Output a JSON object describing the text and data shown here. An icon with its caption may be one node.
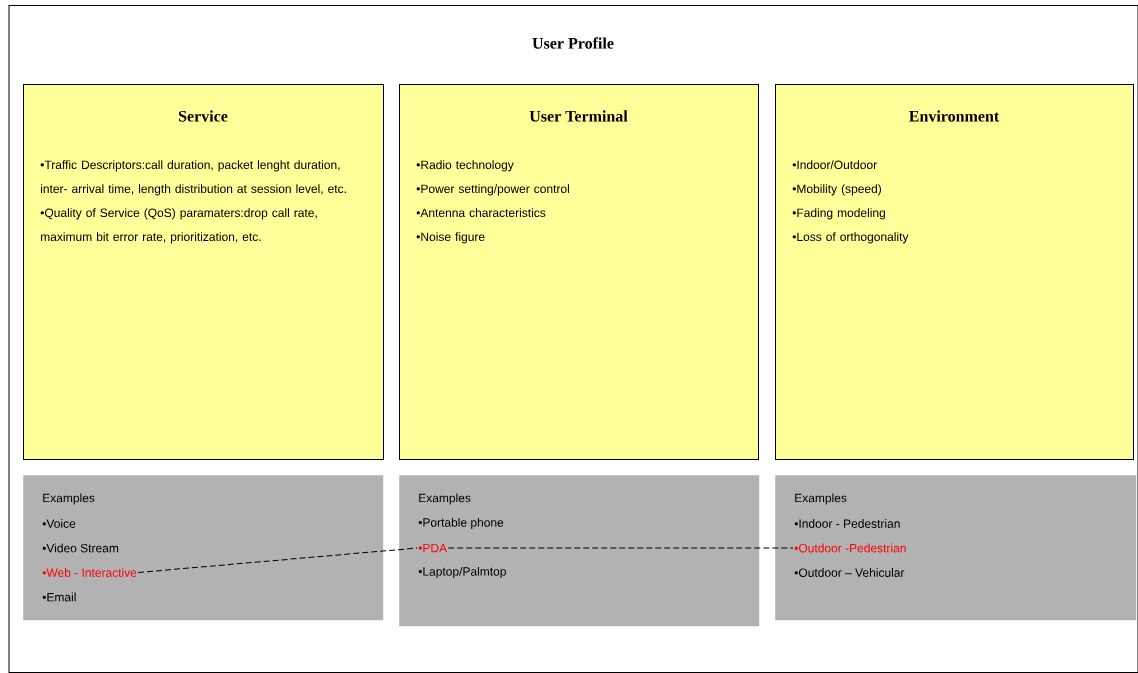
{
  "diagram": {
    "nodes": [
      {
        "text": [
          "User Profile"
        ]
      },
      {
        "text": [
          "Service",
          "•Traffic Descriptors:call duration, packet lenght duration, inter- arrival time, length distribution at session level, etc.",
          "•Quality of Service (QoS) paramaters:drop call rate, maximum bit error rate, prioritization, etc."
        ],
        "in": 0
      },
      {
        "text": [
          "User Terminal",
          "•Radio technology",
          "•Power setting/power control",
          "•Antenna characteristics",
          "•Noise figure"
        ],
        "in": 0
      },
      {
        "text": [
          "Environment",
          "•Indoor/Outdoor",
          "•Mobility (speed)",
          "•Fading modeling",
          "•Loss of orthogonality"
        ],
        "in": 0
      },
      {
        "text": [
          "Examples",
          "•Voice",
          "•Video Stream",
          "•Email"
        ],
        "in": 0
      },
      {
        "text": [
          "•Web - Interactive"
        ],
        "in": 4
      },
      {
        "text": [
          "Examples",
          "•Portable phone",
          "•Laptop/Palmtop"
        ],
        "in": 0
      },
      {
        "text": [
          "•PDA"
        ],
        "in": 6
      },
      {
        "text": [
          "Examples",
          "•Indoor - Pedestrian",
          "•Outdoor – Vehicular"
        ],
        "in": 0
      },
      {
        "text": [
          "•Outdoor -Pedestrian"
        ],
        "in": 8
      }
    ],
    "edges": [
      {
        "from": 5,
        "to": 7,
        "arrow": "none",
        "style": "dashed"
      },
      {
        "from": 7,
        "to": 9,
        "arrow": "none",
        "style": "dashed"
      }
    ]
  }
}
